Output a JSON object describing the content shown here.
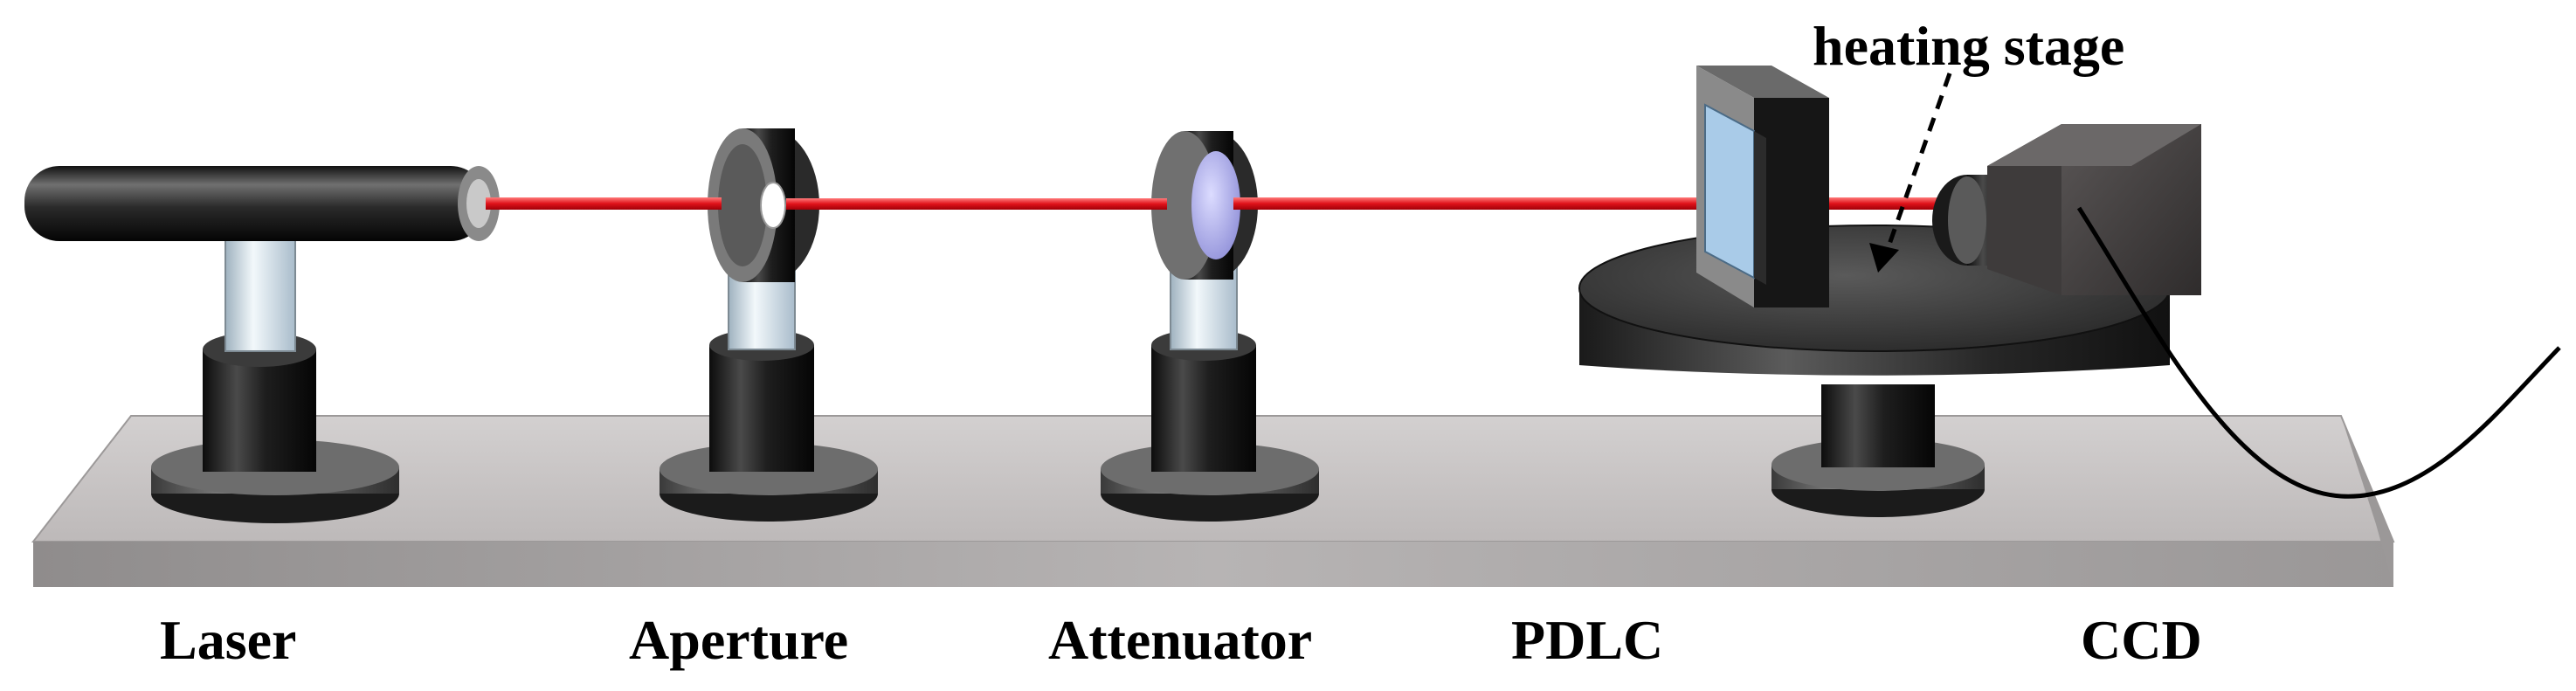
{
  "labels": {
    "laser": "Laser",
    "aperture": "Aperture",
    "attenuator": "Attenuator",
    "pdlc": "PDLC",
    "ccd": "CCD",
    "heating_stage": "heating stage"
  },
  "colors": {
    "beam": "#e0121a",
    "board_top": "#c9c6c6",
    "board_front": "#a9a6a6",
    "dark_metal": "#1f1f1f",
    "glass": "#cfe3ef",
    "pdlc_cell": "#a9cbe8",
    "lens": "#b9b9ee"
  }
}
